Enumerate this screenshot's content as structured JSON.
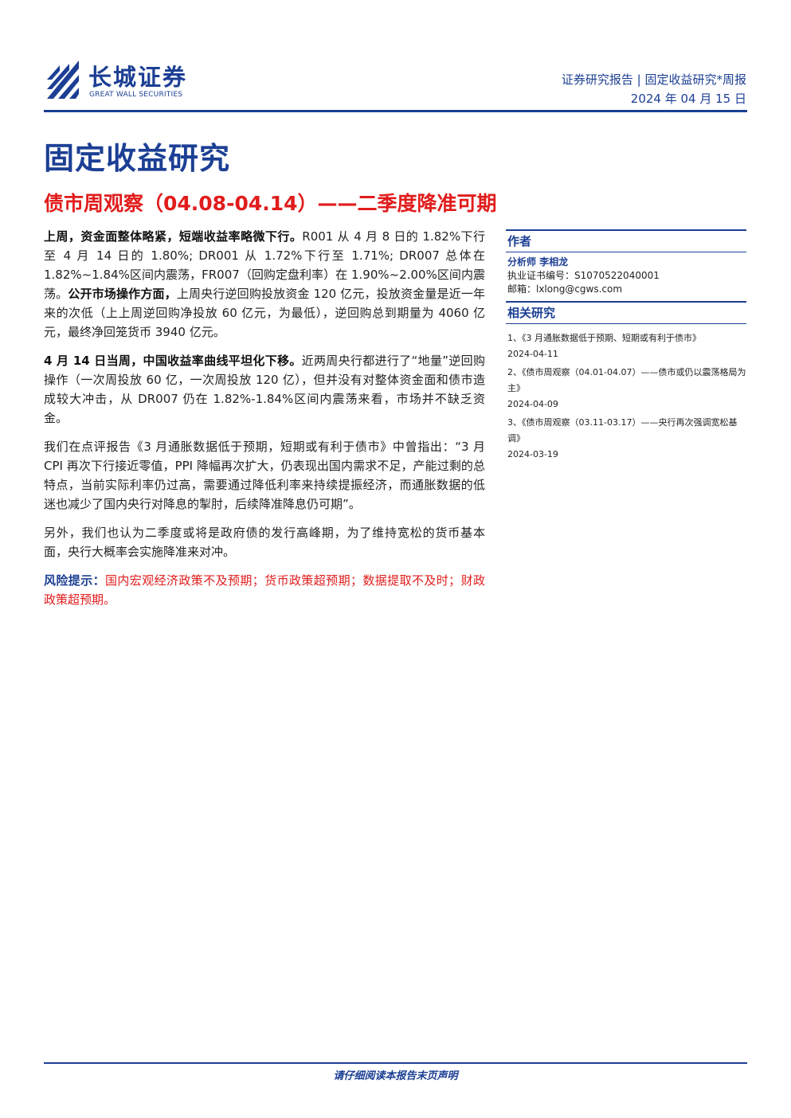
{
  "brand": {
    "name_cn": "长城证券",
    "name_en": "GREAT WALL SECURITIES",
    "color": "#1c3f94",
    "accent": "#e11c1c"
  },
  "header": {
    "category": "证券研究报告 | 固定收益研究*周报",
    "date": "2024 年 04 月 15 日"
  },
  "section_title": "固定收益研究",
  "report_title": "债市周观察（04.08-04.14）——二季度降准可期",
  "body": {
    "p1_bold1": "上周，资金面整体略紧，短端收益率略微下行。",
    "p1_text1": "R001 从 4 月 8 日的 1.82%下行至 4 月 14 日的 1.80%; DR001 从 1.72%下行至 1.71%; DR007 总体在 1.82%~1.84%区间内震荡，FR007（回购定盘利率）在 1.90%~2.00%区间内震荡。",
    "p1_bold2": "公开市场操作方面，",
    "p1_text2": "上周央行逆回购投放资金 120 亿元，投放资金量是近一年来的次低（上上周逆回购净投放 60 亿元，为最低），逆回购总到期量为 4060 亿元，最终净回笼货币 3940 亿元。",
    "p2_bold": "4 月 14 日当周，中国收益率曲线平坦化下移。",
    "p2_text": "近两周央行都进行了“地量”逆回购操作（一次周投放 60 亿，一次周投放 120 亿），但并没有对整体资金面和债市造成较大冲击，从 DR007 仍在 1.82%-1.84%区间内震荡来看，市场并不缺乏资金。",
    "p3": "我们在点评报告《3 月通胀数据低于预期，短期或有利于债市》中曾指出：“3 月 CPI 再次下行接近零值，PPI 降幅再次扩大，仍表现出国内需求不足，产能过剩的总特点，当前实际利率仍过高，需要通过降低利率来持续提振经济，而通胀数据的低迷也减少了国内央行对降息的掣肘，后续降准降息仍可期”。",
    "p4": "另外，我们也认为二季度或将是政府债的发行高峰期，为了维持宽松的货币基本面，央行大概率会实施降准来对冲。",
    "risk_label": "风险提示：",
    "risk_text": "国内宏观经济政策不及预期；货币政策超预期；数据提取不及时；财政政策超预期。"
  },
  "sidebar": {
    "author_heading": "作者",
    "analyst_name": "分析师 李相龙",
    "license": "执业证书编号：S1070522040001",
    "email": "邮箱：lxlong@cgws.com",
    "related_heading": "相关研究",
    "related": [
      {
        "title": "1、《3 月通胀数据低于预期、短期或有利于债市》",
        "date": "2024-04-11"
      },
      {
        "title": "2、《债市周观察（04.01-04.07）——债市或仍以震荡格局为主》",
        "date": "2024-04-09"
      },
      {
        "title": "3、《债市周观察（03.11-03.17）——央行再次强调宽松基调》",
        "date": "2024-03-19"
      }
    ]
  },
  "footer": {
    "disclaimer": "请仔细阅读本报告末页声明"
  }
}
